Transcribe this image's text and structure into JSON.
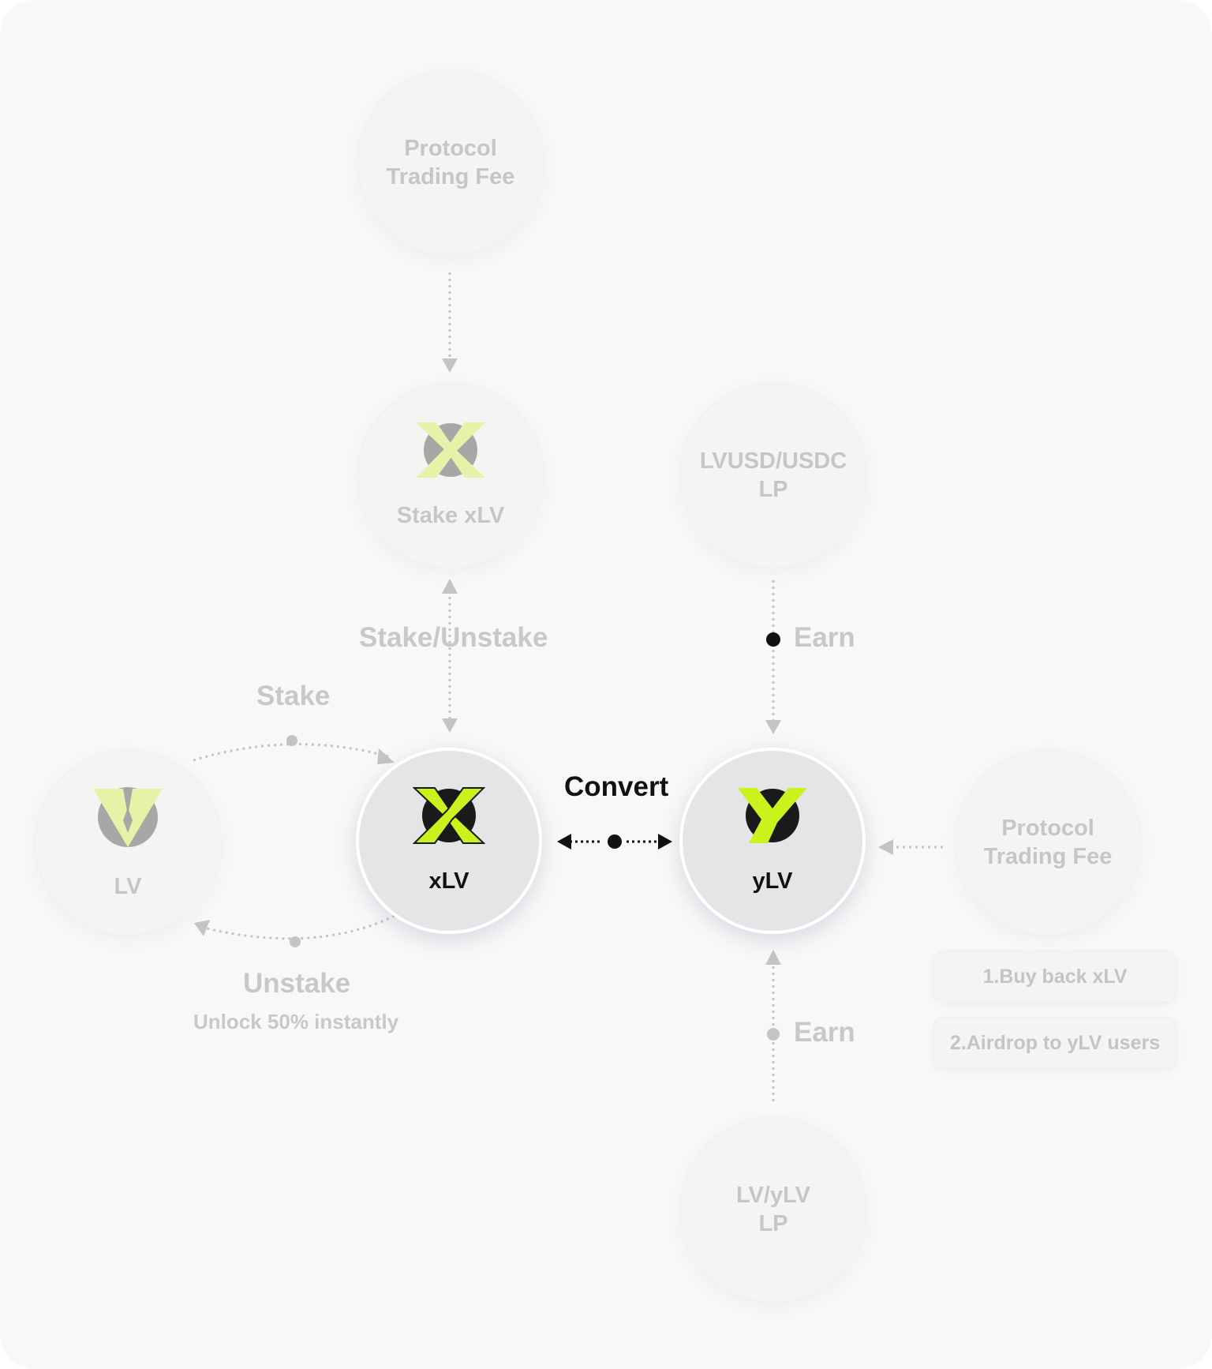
{
  "nodes": {
    "protocol_fee_top": {
      "line1": "Protocol",
      "line2": "Trading Fee"
    },
    "stake_xlv": {
      "label": "Stake xLV",
      "icon": "xlv-logo-icon"
    },
    "lvusd_usdc_lp": {
      "line1": "LVUSD/USDC",
      "line2": "LP"
    },
    "lv": {
      "label": "LV",
      "icon": "lv-logo-icon"
    },
    "xlv": {
      "label": "xLV",
      "icon": "xlv-logo-icon"
    },
    "ylv": {
      "label": "yLV",
      "icon": "ylv-logo-icon"
    },
    "protocol_fee_right": {
      "line1": "Protocol",
      "line2": "Trading Fee"
    },
    "lv_ylv_lp": {
      "line1": "LV/yLV",
      "line2": "LP"
    }
  },
  "edges": {
    "stake_unstake": "Stake/Unstake",
    "earn_top": "Earn",
    "stake": "Stake",
    "unstake": "Unstake",
    "unstake_note": "Unlock 50% instantly",
    "convert": "Convert",
    "earn_bottom": "Earn"
  },
  "fee_uses": [
    "1.Buy back xLV",
    "2.Airdrop to yLV users"
  ],
  "colors": {
    "accent_green": "#c8f31d",
    "active_node": "#e3e5e7",
    "inactive_text": "#c6c6c6",
    "active_text": "#111111"
  }
}
